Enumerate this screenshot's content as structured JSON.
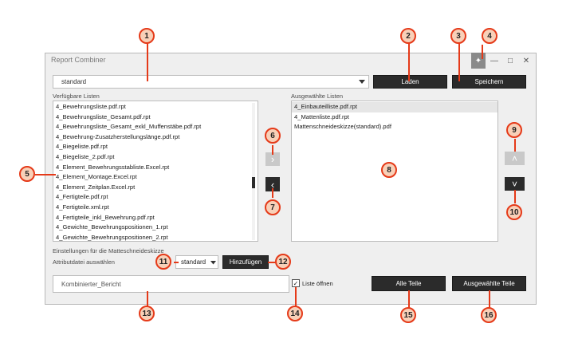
{
  "window": {
    "title": "Report Combiner",
    "close": "✕",
    "maximize": "□",
    "minimize": "—",
    "pin": "✦"
  },
  "top": {
    "dropdown_value": "standard",
    "load_label": "Laden",
    "save_label": "Speichern"
  },
  "available": {
    "header": "Verfügbare Listen",
    "items": [
      "4_Bewehrungsliste.pdf.rpt",
      "4_Bewehrungsliste_Gesamt.pdf.rpt",
      "4_Bewehrungsliste_Gesamt_exkl_Muffenstäbe.pdf.rpt",
      "4_Bewehrung-Zusatzherstellungslänge.pdf.rpt",
      "4_Biegeliste.pdf.rpt",
      "4_Biegeliste_2.pdf.rpt",
      "4_Element_Bewehrungsstabliste.Excel.rpt",
      "4_Element_Montage.Excel.rpt",
      "4_Element_Zeitplan.Excel.rpt",
      "4_Fertigteile.pdf.rpt",
      "4_Fertigteile.xml.rpt",
      "4_Fertigteile_inkl_Bewehrung.pdf.rpt",
      "4_Gewichte_Bewehrungspositionen_1.rpt",
      "4_Gewichte_Bewehrungspositionen_2.rpt"
    ]
  },
  "selected": {
    "header": "Ausgewählte Listen",
    "items": [
      "4_Einbauteilliste.pdf.rpt",
      "4_Mattenliste.pdf.rpt",
      "Mattenschneideskizze(standard).pdf"
    ]
  },
  "arrows": {
    "right": "›",
    "left": "‹",
    "up": "˄",
    "down": "˅"
  },
  "settings": {
    "header": "Einstellungen für die Matteschneideskizze",
    "attr_label": "Attributdatei auswählen",
    "attr_value": "standard",
    "add_label": "Hinzufügen"
  },
  "bottom": {
    "report_name": "Kombinierter_Bericht",
    "open_list_label": "Liste öffnen",
    "check_mark": "✓",
    "all_parts_label": "Alle Teile",
    "selected_parts_label": "Ausgewählte Teile"
  },
  "callouts": [
    "1",
    "2",
    "3",
    "4",
    "5",
    "6",
    "7",
    "8",
    "9",
    "10",
    "11",
    "12",
    "13",
    "14",
    "15",
    "16"
  ],
  "colors": {
    "accent_red": "#e53a19",
    "callout_fill": "#f8d0b8",
    "button_dark": "#2b2b2b"
  }
}
